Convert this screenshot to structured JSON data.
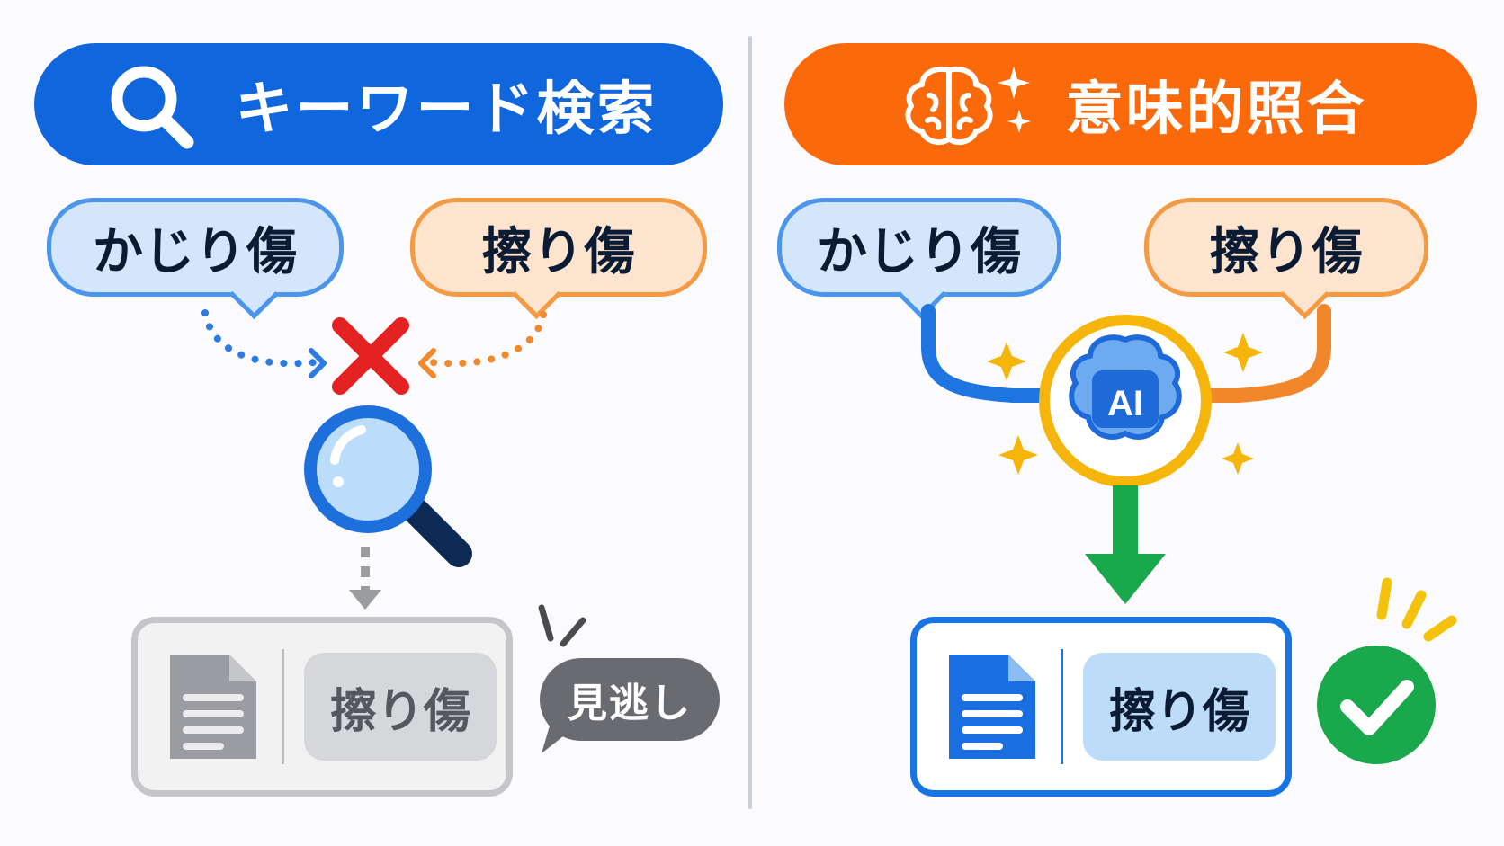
{
  "keyword": {
    "title": "キーワード検索",
    "left_term": "かじり傷",
    "right_term": "擦り傷",
    "doc_label": "擦り傷",
    "badge": "見逃し"
  },
  "semantic": {
    "title": "意味的照合",
    "left_term": "かじり傷",
    "right_term": "擦り傷",
    "ai_label": "AI",
    "doc_label": "擦り傷"
  },
  "icons": {
    "keyword_header": "search-icon",
    "semantic_header": "brain-sparkle-icon",
    "mismatch": "cross-mark-icon",
    "magnifier": "magnifier-icon",
    "document": "document-icon",
    "ai_brain": "ai-brain-icon",
    "match": "check-mark-icon"
  },
  "colors": {
    "keyword_header": "#0f66dd",
    "semantic_header": "#fb6a0a",
    "blue_term": "#4b95ea",
    "orange_term": "#f39a43",
    "mismatch": "#e52222",
    "ai_ring": "#f5b50a",
    "result_arrow": "#19a84b",
    "match": "#19a84b",
    "missed_doc": "#c4c6ca",
    "found_doc": "#1874e5"
  }
}
